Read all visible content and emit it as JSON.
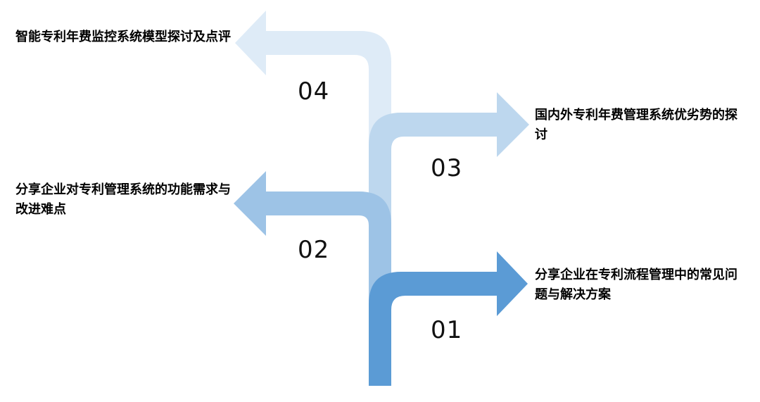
{
  "steps": [
    {
      "number": "01",
      "text": "分享企业在专利流程管理中的常见问题与解决方案",
      "direction": "right",
      "color": "#5b9bd5"
    },
    {
      "number": "02",
      "text": "分享企业对专利管理系统的功能需求与改进难点",
      "direction": "left",
      "color": "#9dc3e6"
    },
    {
      "number": "03",
      "text": "国内外专利年费管理系统优劣势的探讨",
      "direction": "right",
      "color": "#bdd7ee"
    },
    {
      "number": "04",
      "text": "智能专利年费监控系统模型探讨及点评",
      "direction": "left",
      "color": "#deebf7"
    }
  ]
}
